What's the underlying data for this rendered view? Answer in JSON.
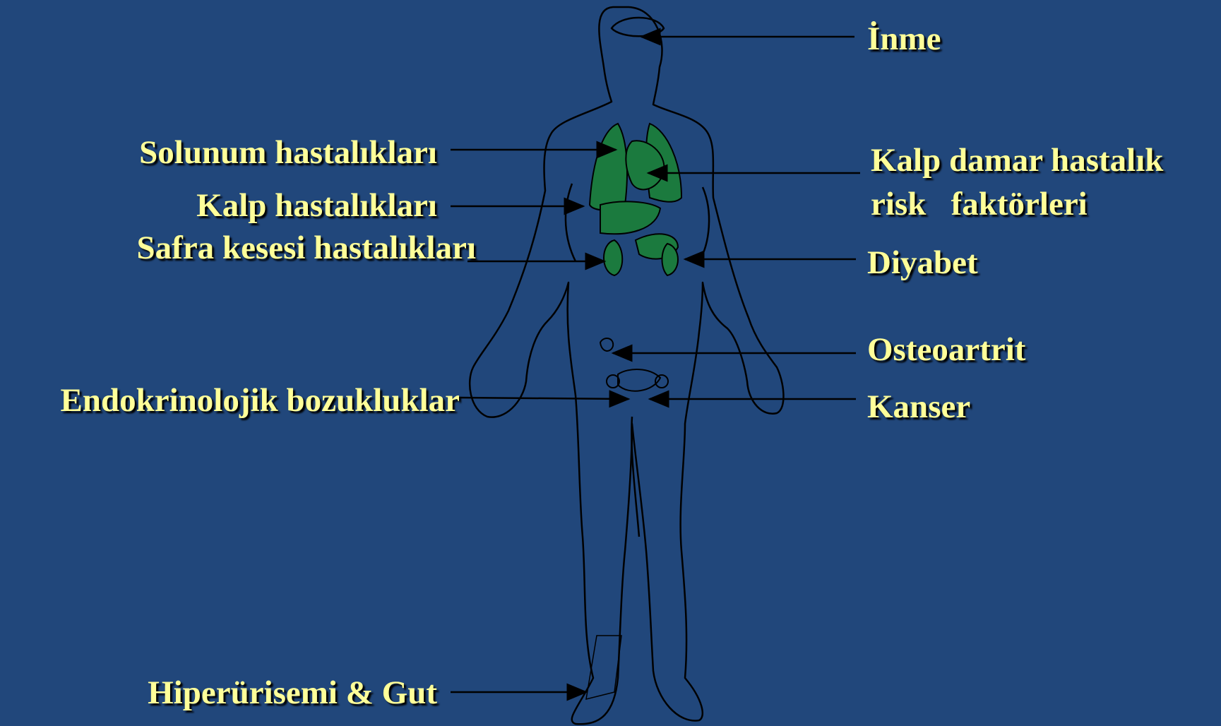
{
  "labels": {
    "stroke": "İnme",
    "respiratory": "Solunum hastalıkları",
    "cardio_risk_line1": "Kalp damar hastalık",
    "cardio_risk_line2": "risk   faktörleri",
    "heart": "Kalp hastalıkları",
    "gallbladder": "Safra kesesi hastalıkları",
    "diabetes": "Diyabet",
    "osteoarthritis": "Osteoartrit",
    "endocrine": "Endokrinolojik bozukluklar",
    "cancer": "Kanser",
    "gout": "Hiperürisemi & Gut"
  },
  "colors": {
    "background": "#21477b",
    "label_text": "#ffff99",
    "organ_fill": "#1b7a3e",
    "outline": "#000000"
  }
}
